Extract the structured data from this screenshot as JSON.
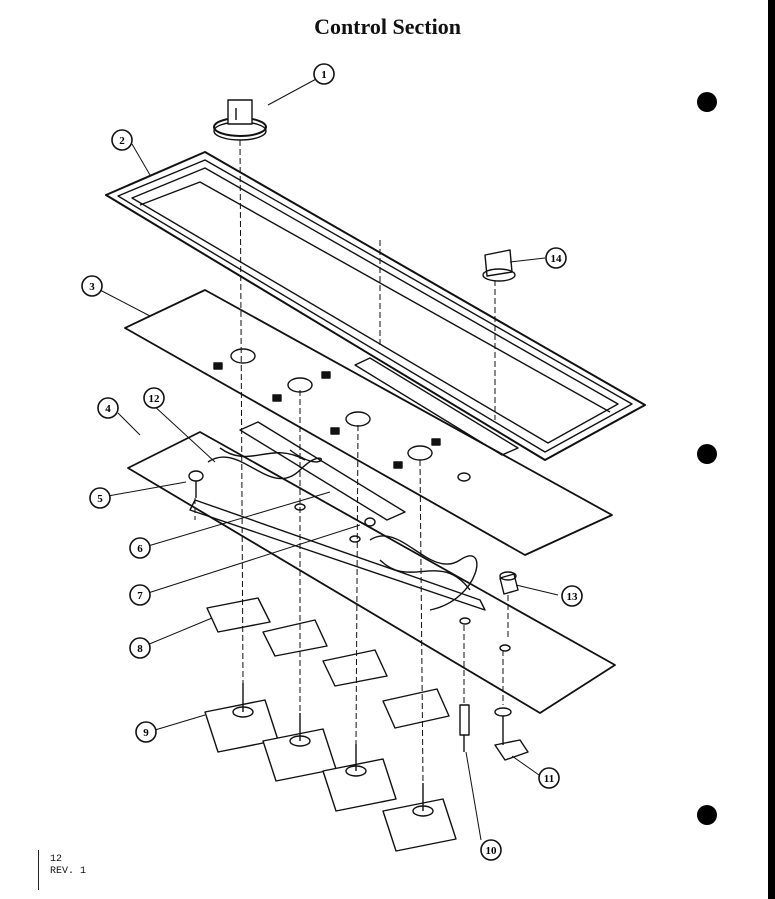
{
  "title": "Control Section",
  "footer": {
    "page": "12",
    "revision": "REV. 1"
  },
  "callouts": [
    "1",
    "2",
    "3",
    "4",
    "5",
    "6",
    "7",
    "8",
    "9",
    "10",
    "11",
    "12",
    "13",
    "14"
  ],
  "colors": {
    "ink": "#111111",
    "paper": "#ffffff"
  }
}
